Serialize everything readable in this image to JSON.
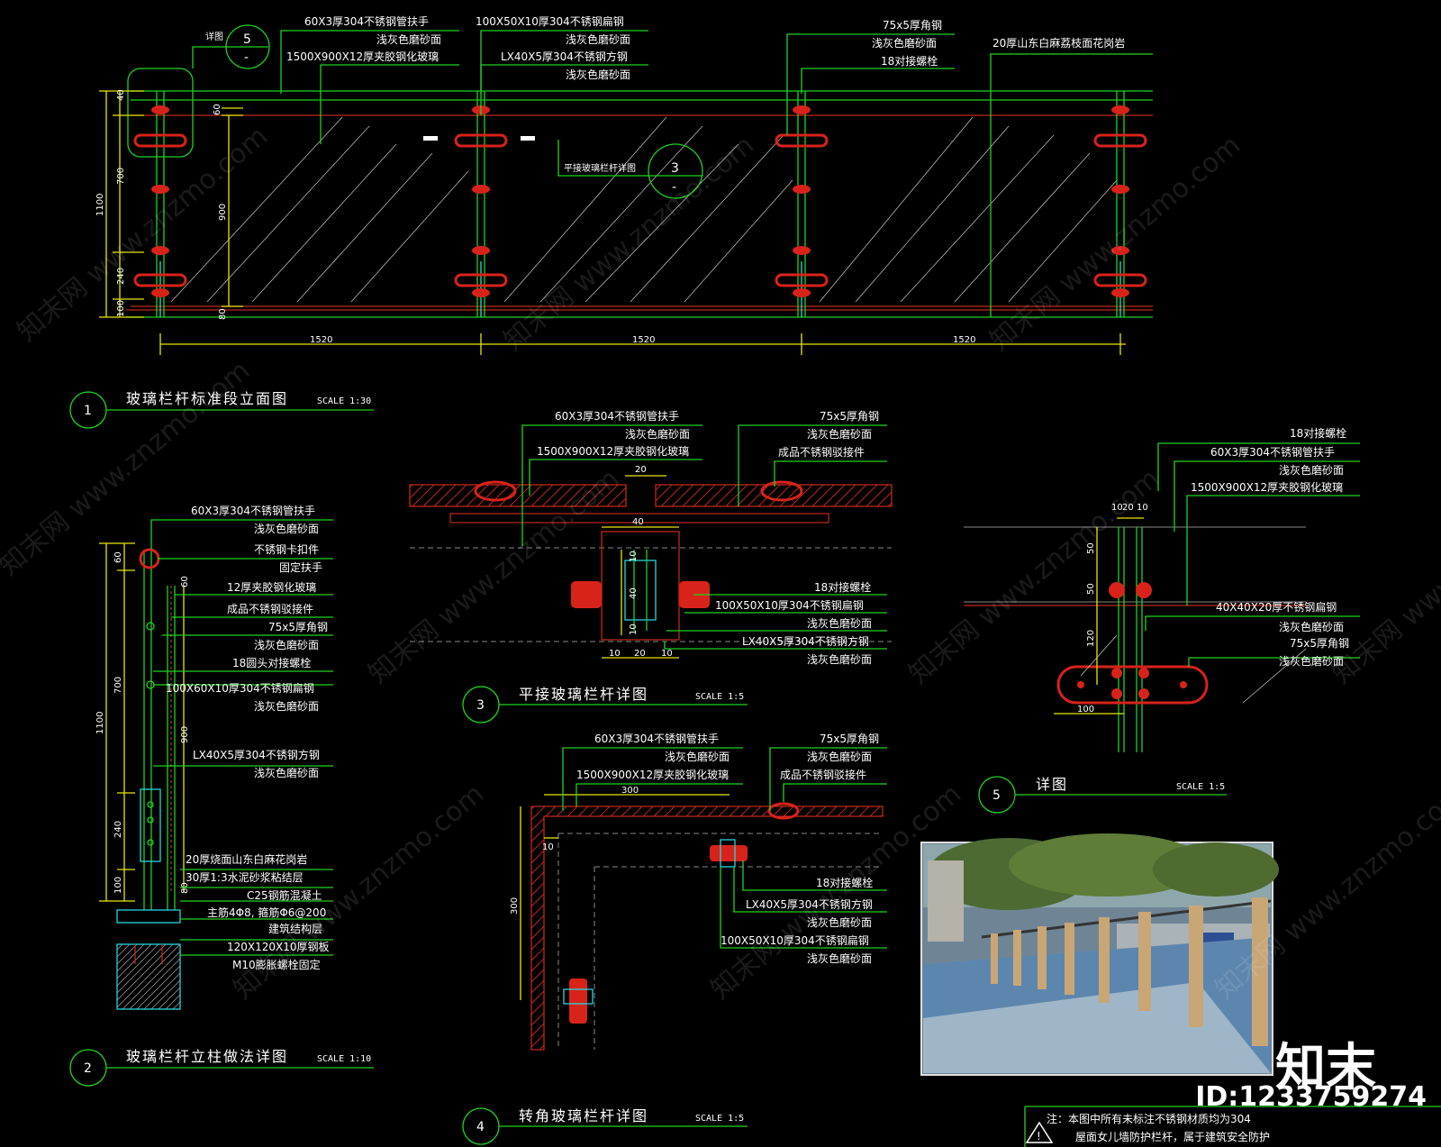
{
  "drawing": {
    "d1": {
      "number": "1",
      "title": "玻璃栏杆标准段立面图",
      "scale": "SCALE 1:30",
      "callout_detail": "详图",
      "callout_detail_num": "5",
      "callout_detail_sub": "-",
      "callout3_label": "平接玻璃栏杆详图",
      "callout3_num": "3",
      "callout3_sub": "-",
      "ann": [
        "60X3厚304不锈钢管扶手",
        "浅灰色磨砂面",
        "1500X900X12厚夹胶钢化玻璃",
        "100X50X10厚304不锈钢扁钢",
        "浅灰色磨砂面",
        "LX40X5厚304不锈钢方钢",
        "浅灰色磨砂面",
        "75x5厚角钢",
        "浅灰色磨砂面",
        "18对接螺栓",
        "20厚山东白麻荔枝面花岗岩"
      ],
      "dims_v": [
        "1100",
        "700",
        "240",
        "100",
        "60",
        "900",
        "80",
        "40"
      ],
      "dims_h": [
        "1520",
        "1520",
        "1520"
      ]
    },
    "d2": {
      "number": "2",
      "title": "玻璃栏杆立柱做法详图",
      "scale": "SCALE 1:10",
      "ann": [
        "60X3厚304不锈钢管扶手",
        "浅灰色磨砂面",
        "不锈钢卡扣件",
        "固定扶手",
        "12厚夹胶钢化玻璃",
        "成品不锈钢驳接件",
        "75x5厚角钢",
        "浅灰色磨砂面",
        "18圆头对接螺栓",
        "100X60X10厚304不锈钢扁钢",
        "浅灰色磨砂面",
        "LX40X5厚304不锈钢方钢",
        "浅灰色磨砂面",
        "20厚烧面山东白麻花岗岩",
        "30厚1:3水泥砂浆粘结层",
        "C25钢筋混凝土",
        "主筋4Φ8, 箍筋Φ6@200",
        "建筑结构层",
        "120X120X10厚钢板",
        "M10膨胀螺栓固定"
      ],
      "dims_v": [
        "60",
        "700",
        "1100",
        "240",
        "100",
        "60",
        "900",
        "80"
      ]
    },
    "d3": {
      "number": "3",
      "title": "平接玻璃栏杆详图",
      "scale": "SCALE 1:5",
      "ann": [
        "60X3厚304不锈钢管扶手",
        "浅灰色磨砂面",
        "1500X900X12厚夹胶钢化玻璃",
        "75x5厚角钢",
        "浅灰色磨砂面",
        "成品不锈钢驳接件",
        "18对接螺栓",
        "100X50X10厚304不锈钢扁钢",
        "浅灰色磨砂面",
        "LX40X5厚304不锈钢方钢",
        "浅灰色磨砂面"
      ],
      "dims": [
        "20",
        "40",
        "10",
        "40",
        "10",
        "10",
        "20",
        "10"
      ]
    },
    "d4": {
      "number": "4",
      "title": "转角玻璃栏杆详图",
      "scale": "SCALE 1:5",
      "ann": [
        "60X3厚304不锈钢管扶手",
        "浅灰色磨砂面",
        "1500X900X12厚夹胶钢化玻璃",
        "75x5厚角钢",
        "浅灰色磨砂面",
        "成品不锈钢驳接件",
        "18对接螺栓",
        "LX40X5厚304不锈钢方钢",
        "浅灰色磨砂面",
        "100X50X10厚304不锈钢扁钢",
        "浅灰色磨砂面"
      ],
      "dims": [
        "300",
        "300",
        "10"
      ]
    },
    "d5": {
      "number": "5",
      "title": "详图",
      "scale": "SCALE 1:5",
      "ann": [
        "18对接螺栓",
        "60X3厚304不锈钢管扶手",
        "浅灰色磨砂面",
        "1500X900X12厚夹胶钢化玻璃",
        "40X40X20厚不锈钢扁钢",
        "浅灰色磨砂面",
        "75x5厚角钢",
        "浅灰色磨砂面"
      ],
      "dims": [
        "10",
        "20",
        "10",
        "50",
        "50",
        "120",
        "100"
      ]
    },
    "note": {
      "text1": "注：本图中所有未标注不锈钢材质均为304",
      "text2": "屋面女儿墙防护栏杆，属于建筑安全防护"
    },
    "watermark": "知末网 www.znzmo.com",
    "brand": "知末",
    "id": "ID:1233759274"
  },
  "colors": {
    "green": "#1fd31f",
    "yellow": "#e6e600",
    "red": "#c0281a",
    "cyan": "#25d8e0",
    "white": "#ffffff"
  }
}
